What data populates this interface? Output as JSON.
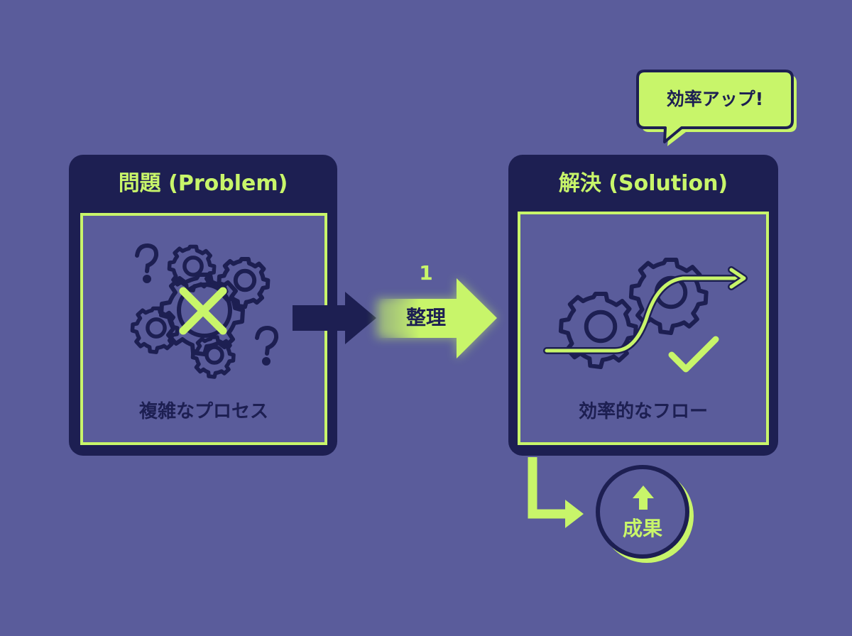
{
  "problem": {
    "title": "問題 (Problem)",
    "caption": "複雑なプロセス"
  },
  "step": {
    "number": "1",
    "label": "整理"
  },
  "solution": {
    "title": "解決 (Solution)",
    "caption": "効率的なフロー"
  },
  "bubble": {
    "text": "効率アップ!"
  },
  "result": {
    "label": "成果"
  },
  "colors": {
    "background": "#5a5c9b",
    "navy": "#1d1f52",
    "lime": "#c8f56a"
  },
  "icons": [
    "gear-icon",
    "question-mark-icon",
    "cross-icon",
    "upward-curve-arrow-icon",
    "check-icon",
    "up-arrow-icon"
  ]
}
